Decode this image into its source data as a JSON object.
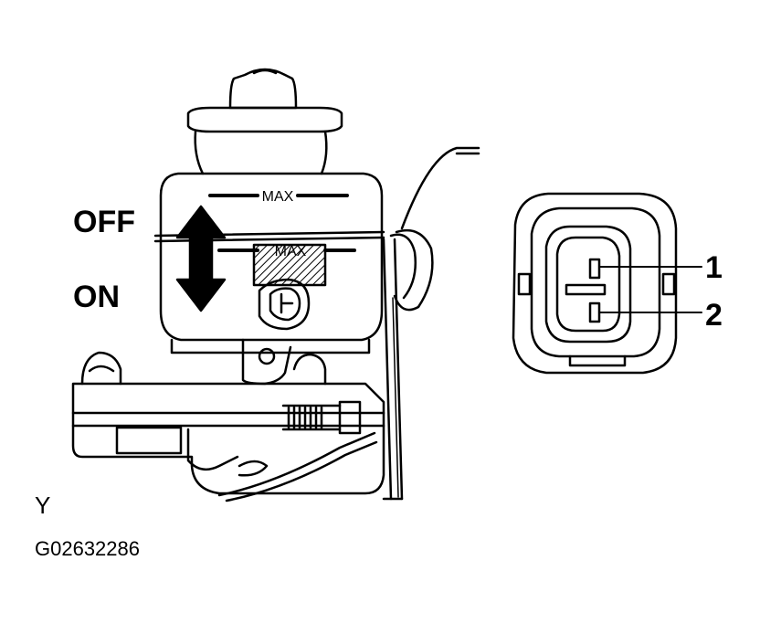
{
  "labels": {
    "off": "OFF",
    "on": "ON",
    "pin1": "1",
    "pin2": "2",
    "view": "Y",
    "figure_code": "G02632286",
    "max_upper": "MAX",
    "max_lower": "MAX"
  },
  "colors": {
    "ink": "#000000",
    "paper": "#ffffff"
  }
}
